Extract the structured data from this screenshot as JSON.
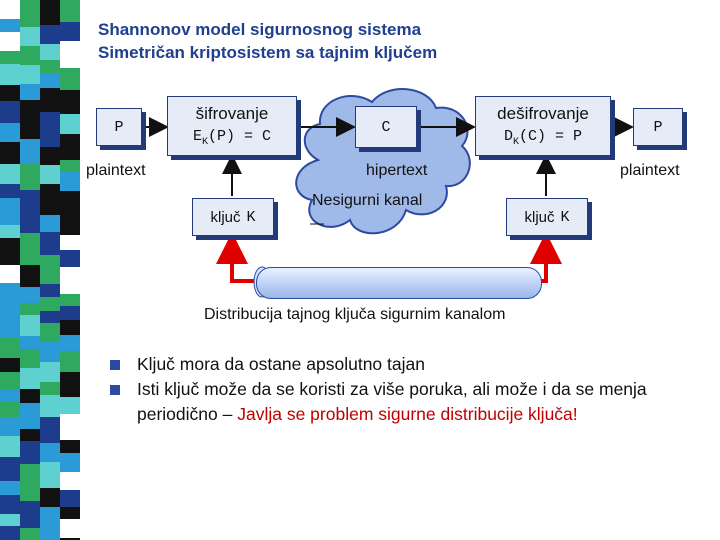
{
  "slide": {
    "title_line1": "Shannonov model sigurnosnog sistema",
    "title_line2": "Simetričan kriptosistem sa tajnim ključem"
  },
  "diagram": {
    "left_box": "P",
    "right_box": "P",
    "center_box": "C",
    "encrypt_label": "šifrovanje",
    "encrypt_formula_pre": "E",
    "encrypt_formula_sub": "K",
    "encrypt_formula_post": "(P) = C",
    "decrypt_label": "dešifrovanje",
    "decrypt_formula_pre": "D",
    "decrypt_formula_sub": "K",
    "decrypt_formula_post": "(C) = P",
    "plaintext_left": "plaintext",
    "plaintext_right": "plaintext",
    "hipertext": "hipertext",
    "cloud_label": "Nesigurni kanal",
    "key_left_text": "ključ",
    "key_left_var": "K",
    "key_right_text": "ključ",
    "key_right_var": "K",
    "channel_caption": "Distribucija tajnog ključa sigurnim kanalom"
  },
  "bullets": [
    {
      "text": "Ključ mora da ostane apsolutno tajan"
    },
    {
      "text": "Isti ključ može da se koristi za više poruka, ali može i da se menja periodično – ",
      "highlight": "Javlja se problem sigurne distribucije ključa!"
    }
  ],
  "colors": {
    "title": "#1f3f8f",
    "box_fill": "#e6ecf7",
    "shadow": "#233a78",
    "cloud": "#9fb9e8",
    "red_arrow": "#e00000",
    "highlight": "#c00000",
    "bullet": "#2d4aa0"
  }
}
